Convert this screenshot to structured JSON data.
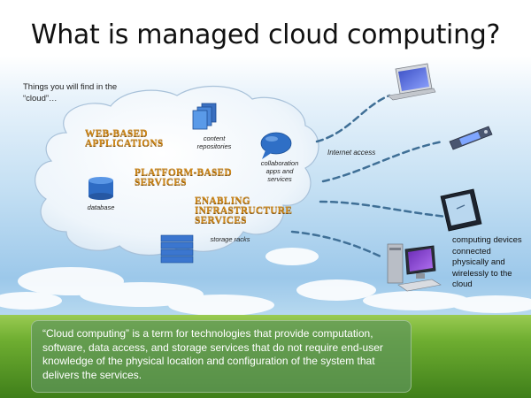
{
  "title": "What is managed cloud computing?",
  "intro": "Things you will find in the “cloud”…",
  "cloud_items": {
    "content_repositories": [
      "content",
      "repositories"
    ],
    "collaboration": [
      "collaboration",
      "apps and",
      "services"
    ],
    "database": "database",
    "storage_racks": "storage racks"
  },
  "services": {
    "web_based": [
      "WEB-BASED",
      "APPLICATIONS"
    ],
    "platform_based": [
      "PLATFORM-BASED",
      "SERVICES"
    ],
    "enabling": [
      "ENABLING",
      "INFRASTRUCTURE",
      "SERVICES"
    ]
  },
  "internet_access": "Internet access",
  "devices_label": "computing devices connected physically and wirelessly to the cloud",
  "definition": "“Cloud computing” is a term for technologies that provide computation, software, data access, and storage services that do not require end-user knowledge of the physical location and configuration of the system that delivers the services.",
  "colors": {
    "service_text": "#d08a1c",
    "link_line": "#3f6f96",
    "grass": "#5f9f2a",
    "definition_box": "#5f965a"
  },
  "icons": [
    "document-stack-icon",
    "speech-bubble-icon",
    "database-icon",
    "server-rack-icon",
    "laptop-icon",
    "mobile-phone-icon",
    "tablet-icon",
    "desktop-computer-icon"
  ]
}
